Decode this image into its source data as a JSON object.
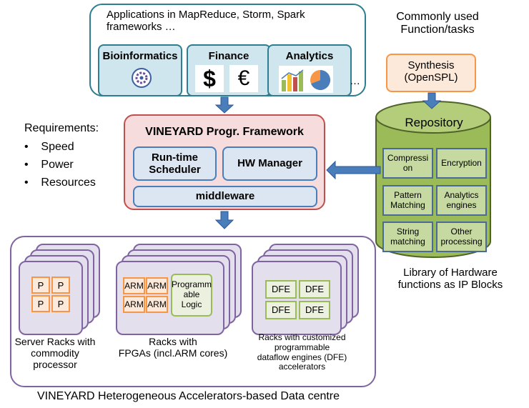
{
  "applications": {
    "title_line1": "Applications in MapReduce, Storm, Spark",
    "title_line2": "frameworks …",
    "boxes": [
      "Bioinformatics",
      "Finance",
      "Analytics"
    ],
    "ellipsis": "…",
    "dollar_symbol": "$",
    "euro_symbol": "€"
  },
  "common_functions": {
    "line1": "Commonly used",
    "line2": "Function/tasks"
  },
  "synthesis": {
    "line1": "Synthesis",
    "line2": "(OpenSPL)"
  },
  "requirements": {
    "title": "Requirements:",
    "items": [
      "Speed",
      "Power",
      "Resources"
    ]
  },
  "framework": {
    "title": "VINEYARD Progr. Framework",
    "runtime_line1": "Run-time",
    "runtime_line2": "Scheduler",
    "hw_manager": "HW Manager",
    "middleware": "middleware"
  },
  "repository": {
    "title": "Repository",
    "cells": [
      {
        "l1": "Compressi",
        "l2": "on"
      },
      {
        "l1": "Encryption",
        "l2": ""
      },
      {
        "l1": "Pattern",
        "l2": "Matching"
      },
      {
        "l1": "Analytics",
        "l2": "engines"
      },
      {
        "l1": "String",
        "l2": "matching"
      },
      {
        "l1": "Other",
        "l2": "processing"
      }
    ],
    "caption_line1": "Library of Hardware",
    "caption_line2": "functions as IP Blocks"
  },
  "racks": {
    "server": {
      "cells": [
        "P",
        "P",
        "P",
        "P"
      ],
      "caption_line1": "Server Racks with",
      "caption_line2": "commodity",
      "caption_line3": "processor"
    },
    "fpga": {
      "arm": [
        "ARM",
        "ARM",
        "ARM",
        "ARM"
      ],
      "logic_line1": "Programm",
      "logic_line2": "able",
      "logic_line3": "Logic",
      "caption_line1": "Racks with",
      "caption_line2": "FPGAs (incl.ARM cores)"
    },
    "dfe": {
      "cells": [
        "DFE",
        "DFE",
        "DFE",
        "DFE"
      ],
      "caption_line1": "Racks with customized",
      "caption_line2": "programmable",
      "caption_line3": "dataflow engines (DFE)",
      "caption_line4": "accelerators"
    }
  },
  "datacentre_caption": "VINEYARD Heterogeneous Accelerators-based Data centre",
  "colors": {
    "teal": "#2e7e8f",
    "red": "#c0504d",
    "blue": "#4a7ebb",
    "purple": "#8064a2",
    "orange": "#f79646",
    "green": "#9bbb59",
    "arrow": "#4a7ebb"
  }
}
